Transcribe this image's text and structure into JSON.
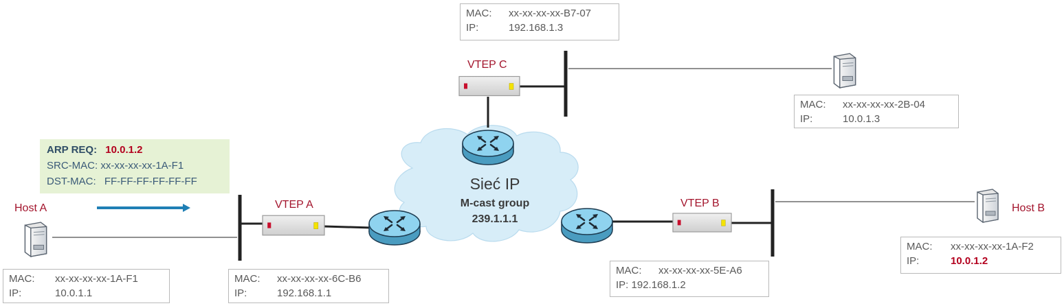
{
  "network": {
    "title": "Sieć IP",
    "group_label": "M-cast group",
    "group_addr": "239.1.1.1"
  },
  "arp": {
    "title": "ARP REQ:",
    "target_ip": "10.0.1.2",
    "src_label": "SRC-MAC:",
    "src_mac": "xx-xx-xx-xx-1A-F1",
    "dst_label": "DST-MAC:",
    "dst_mac": "FF-FF-FF-FF-FF-FF"
  },
  "hosts": {
    "a": {
      "label": "Host A",
      "mac_label": "MAC:",
      "mac": "xx-xx-xx-xx-1A-F1",
      "ip_label": "IP:",
      "ip": "10.0.1.1"
    },
    "b": {
      "label": "Host B",
      "mac_label": "MAC:",
      "mac": "xx-xx-xx-xx-1A-F2",
      "ip_label": "IP:",
      "ip": "10.0.1.2"
    },
    "c": {
      "mac_label": "MAC:",
      "mac": "xx-xx-xx-xx-2B-04",
      "ip_label": "IP:",
      "ip": "10.0.1.3"
    }
  },
  "vteps": {
    "a": {
      "label": "VTEP A",
      "mac_label": "MAC:",
      "mac": "xx-xx-xx-xx-6C-B6",
      "ip_label": "IP:",
      "ip": "192.168.1.1"
    },
    "b": {
      "label": "VTEP B",
      "mac_label": "MAC:",
      "mac": "xx-xx-xx-xx-5E-A6",
      "ip_label": "IP:",
      "ip": "192.168.1.2"
    },
    "c": {
      "label": "VTEP C",
      "mac_label": "MAC:",
      "mac": "xx-xx-xx-xx-B7-07",
      "ip_label": "IP:",
      "ip": "192.168.1.3"
    }
  },
  "colors": {
    "highlight": "#b3001e",
    "router": "#8fd3ef",
    "cloud": "#d7edf8",
    "arrow": "#1f7fb5"
  }
}
